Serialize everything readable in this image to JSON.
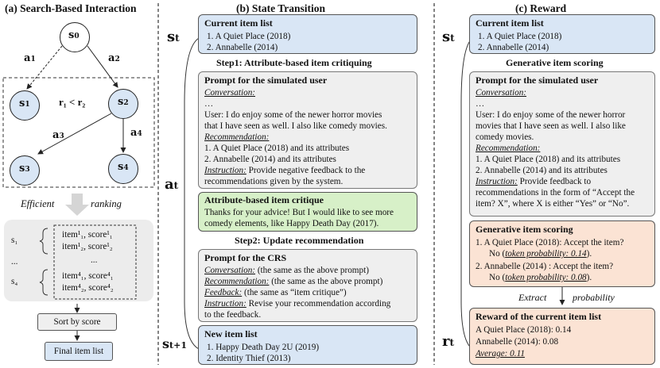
{
  "panel_a": {
    "title": "(a) Search-Based Interaction",
    "nodes": {
      "s0": "s",
      "s0_sub": "0",
      "s1": "s",
      "s1_sub": "1",
      "s2": "s",
      "s2_sub": "2",
      "s3": "s",
      "s3_sub": "3",
      "s4": "s",
      "s4_sub": "4"
    },
    "edges": {
      "a1": "a",
      "a1_sub": "1",
      "a2": "a",
      "a2_sub": "2",
      "a3": "a",
      "a3_sub": "3",
      "a4": "a",
      "a4_sub": "4"
    },
    "reward_relation": "r₁ < r₂",
    "efficient": "Efficient",
    "ranking": "ranking",
    "ranking_rows": [
      {
        "state": "s₁",
        "line1": "item¹₁, score¹₁",
        "line2": "item¹₂, score¹₂"
      },
      {
        "state": "s₄",
        "line1": "item⁴₁, score⁴₁",
        "line2": "item⁴₂, score⁴₂"
      }
    ],
    "ellipsis": "...",
    "sort_label": "Sort by score",
    "final_label": "Final item list"
  },
  "panel_b": {
    "title": "(b) State Transition",
    "st": "s",
    "st_sub": "t",
    "at": "a",
    "at_sub": "t",
    "st1": "s",
    "st1_sub": "t+1",
    "current_title": "Current item list",
    "current_items": [
      "1.   A Quiet Place (2018)",
      "2.   Annabelle (2014)"
    ],
    "step1": "Step1: Attribute-based item critiquing",
    "prompt_user_title": "Prompt for the simulated user",
    "conversation_label": "Conversation:",
    "ellipsis": "…",
    "user_line1": "User: I do enjoy some of the newer horror movies",
    "user_line2": "that I have seen as well. I also like comedy movies.",
    "recommendation_label": "Recommendation:",
    "rec1": "1.   A Quiet Place (2018) and its attributes",
    "rec2": "2.   Annabelle (2014) and its attributes",
    "instruction_label": "Instruction:",
    "instruction_b1": " Provide negative feedback to the",
    "instruction_b2": "recommendations given by the system.",
    "critique_title": "Attribute-based item critique",
    "critique_line1": "Thanks for your advice! But I would like to see more",
    "critique_line2": "comedy elements, like Happy Death Day (2017).",
    "step2": "Step2: Update recommendation",
    "crs_title": "Prompt for the CRS",
    "crs_conv_rest": " (the same as the above prompt)",
    "crs_rec_rest": " (the same as the above prompt)",
    "feedback_label": "Feedback:",
    "crs_feedback_rest": " (the same as “item critique”)",
    "crs_instr_rest1": " Revise your recommendation according",
    "crs_instr_rest2": "to the feedback.",
    "new_title": "New item list",
    "new_items": [
      "1.   Happy Death Day 2U (2019)",
      "2.   Identity Thief (2013)"
    ]
  },
  "panel_c": {
    "title": "(c) Reward",
    "st": "s",
    "st_sub": "t",
    "rt": "r",
    "rt_sub": "t",
    "current_title": "Current item list",
    "current_items": [
      "1.   A Quiet Place (2018)",
      "2.   Annabelle (2014)"
    ],
    "gen_header": "Generative item scoring",
    "prompt_title": "Prompt for the simulated user",
    "user_lines": [
      "User: I do enjoy some of the newer horror",
      "movies that I have seen as well. I also like",
      "comedy movies."
    ],
    "rec1": "1.   A Quiet Place (2018) and its attributes",
    "rec2": "2.   Annabelle (2014) and its attributes",
    "instr_lines": [
      " Provide feedback to",
      "recommendations in the form of “Accept the",
      "item? X”, where X is either “Yes” or “No”."
    ],
    "scoring_title": "Generative item scoring",
    "score1_line1": "1.   A Quiet Place (2018): Accept the item?",
    "score1_pre": "No (",
    "score1_prob": "token probability: 0.14",
    "score1_post": ").",
    "score2_line1": "2.   Annabelle  (2014) : Accept the item?",
    "score2_pre": "No (",
    "score2_prob": "token probability: 0.08",
    "score2_post": ").",
    "extract": "Extract",
    "probability": "probability",
    "reward_title": "Reward of the current item list",
    "reward1": "A Quiet Place (2018): 0.14",
    "reward2": "Annabelle (2014): 0.08",
    "average": "Average: 0.11"
  },
  "colors": {
    "blue": "#d9e6f5",
    "gray": "#efefef",
    "green": "#d7f0c8",
    "peach": "#fbe3d4"
  }
}
